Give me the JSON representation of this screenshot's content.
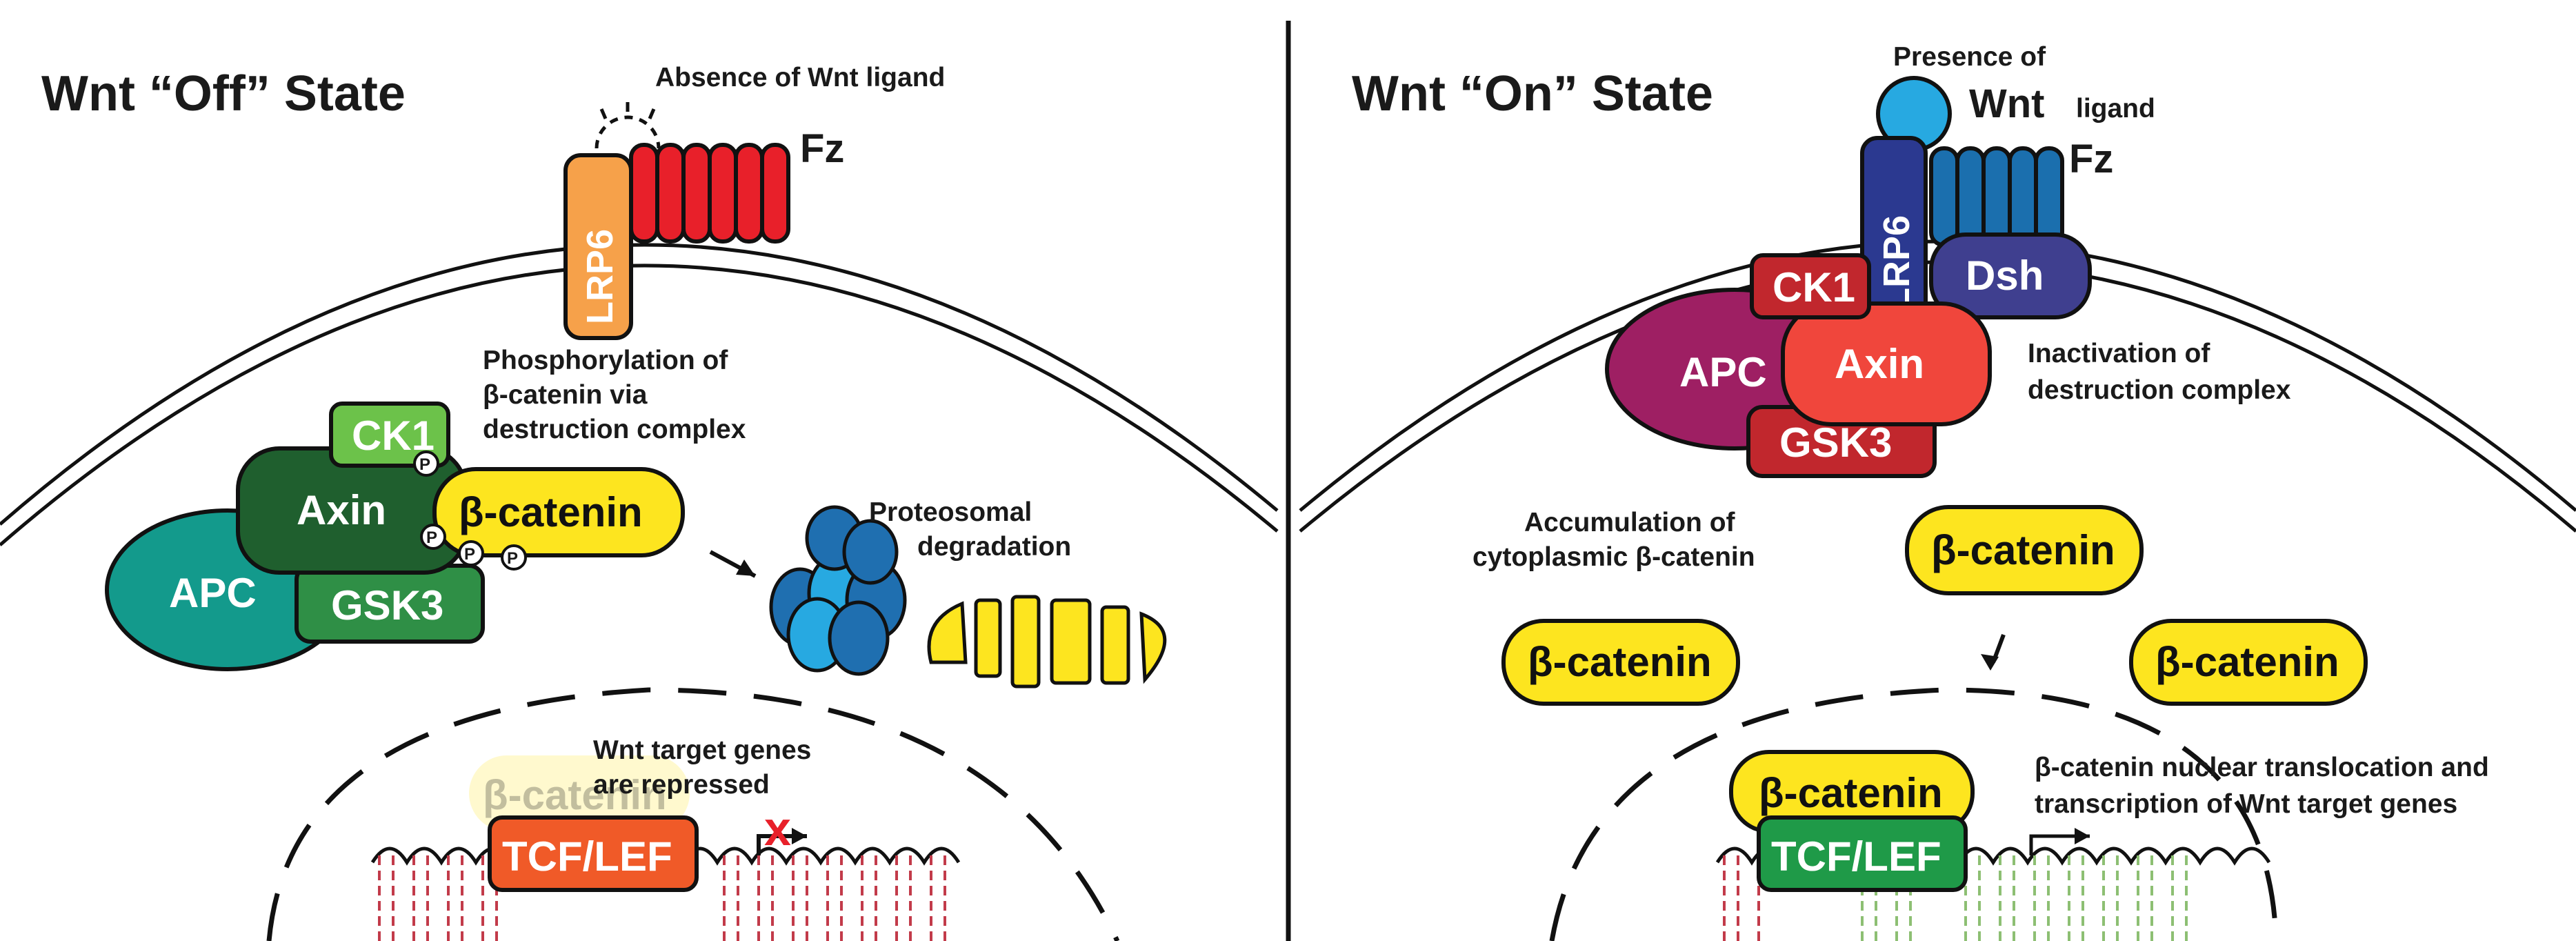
{
  "panels": {
    "off": {
      "title": "Wnt “Off” State",
      "ligand_caption": "Absence of Wnt ligand",
      "receptor_fz": "Fz",
      "coreceptor": "LRP6",
      "phospho_caption": [
        "Phosphorylation of",
        "β-catenin via",
        "destruction complex"
      ],
      "complex": {
        "ck1": "CK1",
        "axin": "Axin",
        "apc": "APC",
        "gsk3": "GSK3",
        "bcatenin": "β-catenin",
        "phospho_mark": "P"
      },
      "proteasome_caption": [
        "Proteosomal",
        "degradation"
      ],
      "nucleus_caption": [
        "Wnt target genes",
        "are repressed"
      ],
      "ghost_bcatenin": "β-catenin",
      "tcf": "TCF/LEF",
      "block_mark": "x"
    },
    "on": {
      "title": "Wnt “On” State",
      "ligand_caption_small": "Presence of",
      "ligand_caption_big": "Wnt",
      "ligand_caption_tail": "ligand",
      "receptor_fz": "Fz",
      "coreceptor": "LRP6",
      "dsh": "Dsh",
      "complex": {
        "ck1": "CK1",
        "axin": "Axin",
        "apc": "APC",
        "gsk3": "GSK3"
      },
      "inactivation_caption": [
        "Inactivation of",
        "destruction complex"
      ],
      "accumulation_caption": [
        "Accumulation of",
        "cytoplasmic β-catenin"
      ],
      "bcatenin": "β-catenin",
      "nucleus_caption": [
        "β-catenin nuclear translocation and",
        "transcription of Wnt target genes"
      ],
      "tcf": "TCF/LEF"
    }
  },
  "colors": {
    "fz_off": "#e8202a",
    "lrp6_off": "#f6a14a",
    "ck1_off": "#6cc24a",
    "axin_off": "#1f5f2e",
    "apc_off": "#139a8c",
    "gsk3_off": "#2f8f46",
    "bcatenin": "#fde51f",
    "proteasome": "#1f6fb0",
    "tcf_off": "#f05a28",
    "fz_on": "#1b6fae",
    "lrp6_on": "#2b3990",
    "dsh": "#3f3f8f",
    "ck1_on": "#c1272d",
    "axin_on": "#f0463c",
    "apc_on": "#9e1f63",
    "gsk3_on": "#c1272d",
    "ligand": "#27a9e1",
    "tcf_on": "#1f9a48",
    "dna_off": "#c23b4a",
    "dna_on": "#8dbf73"
  }
}
